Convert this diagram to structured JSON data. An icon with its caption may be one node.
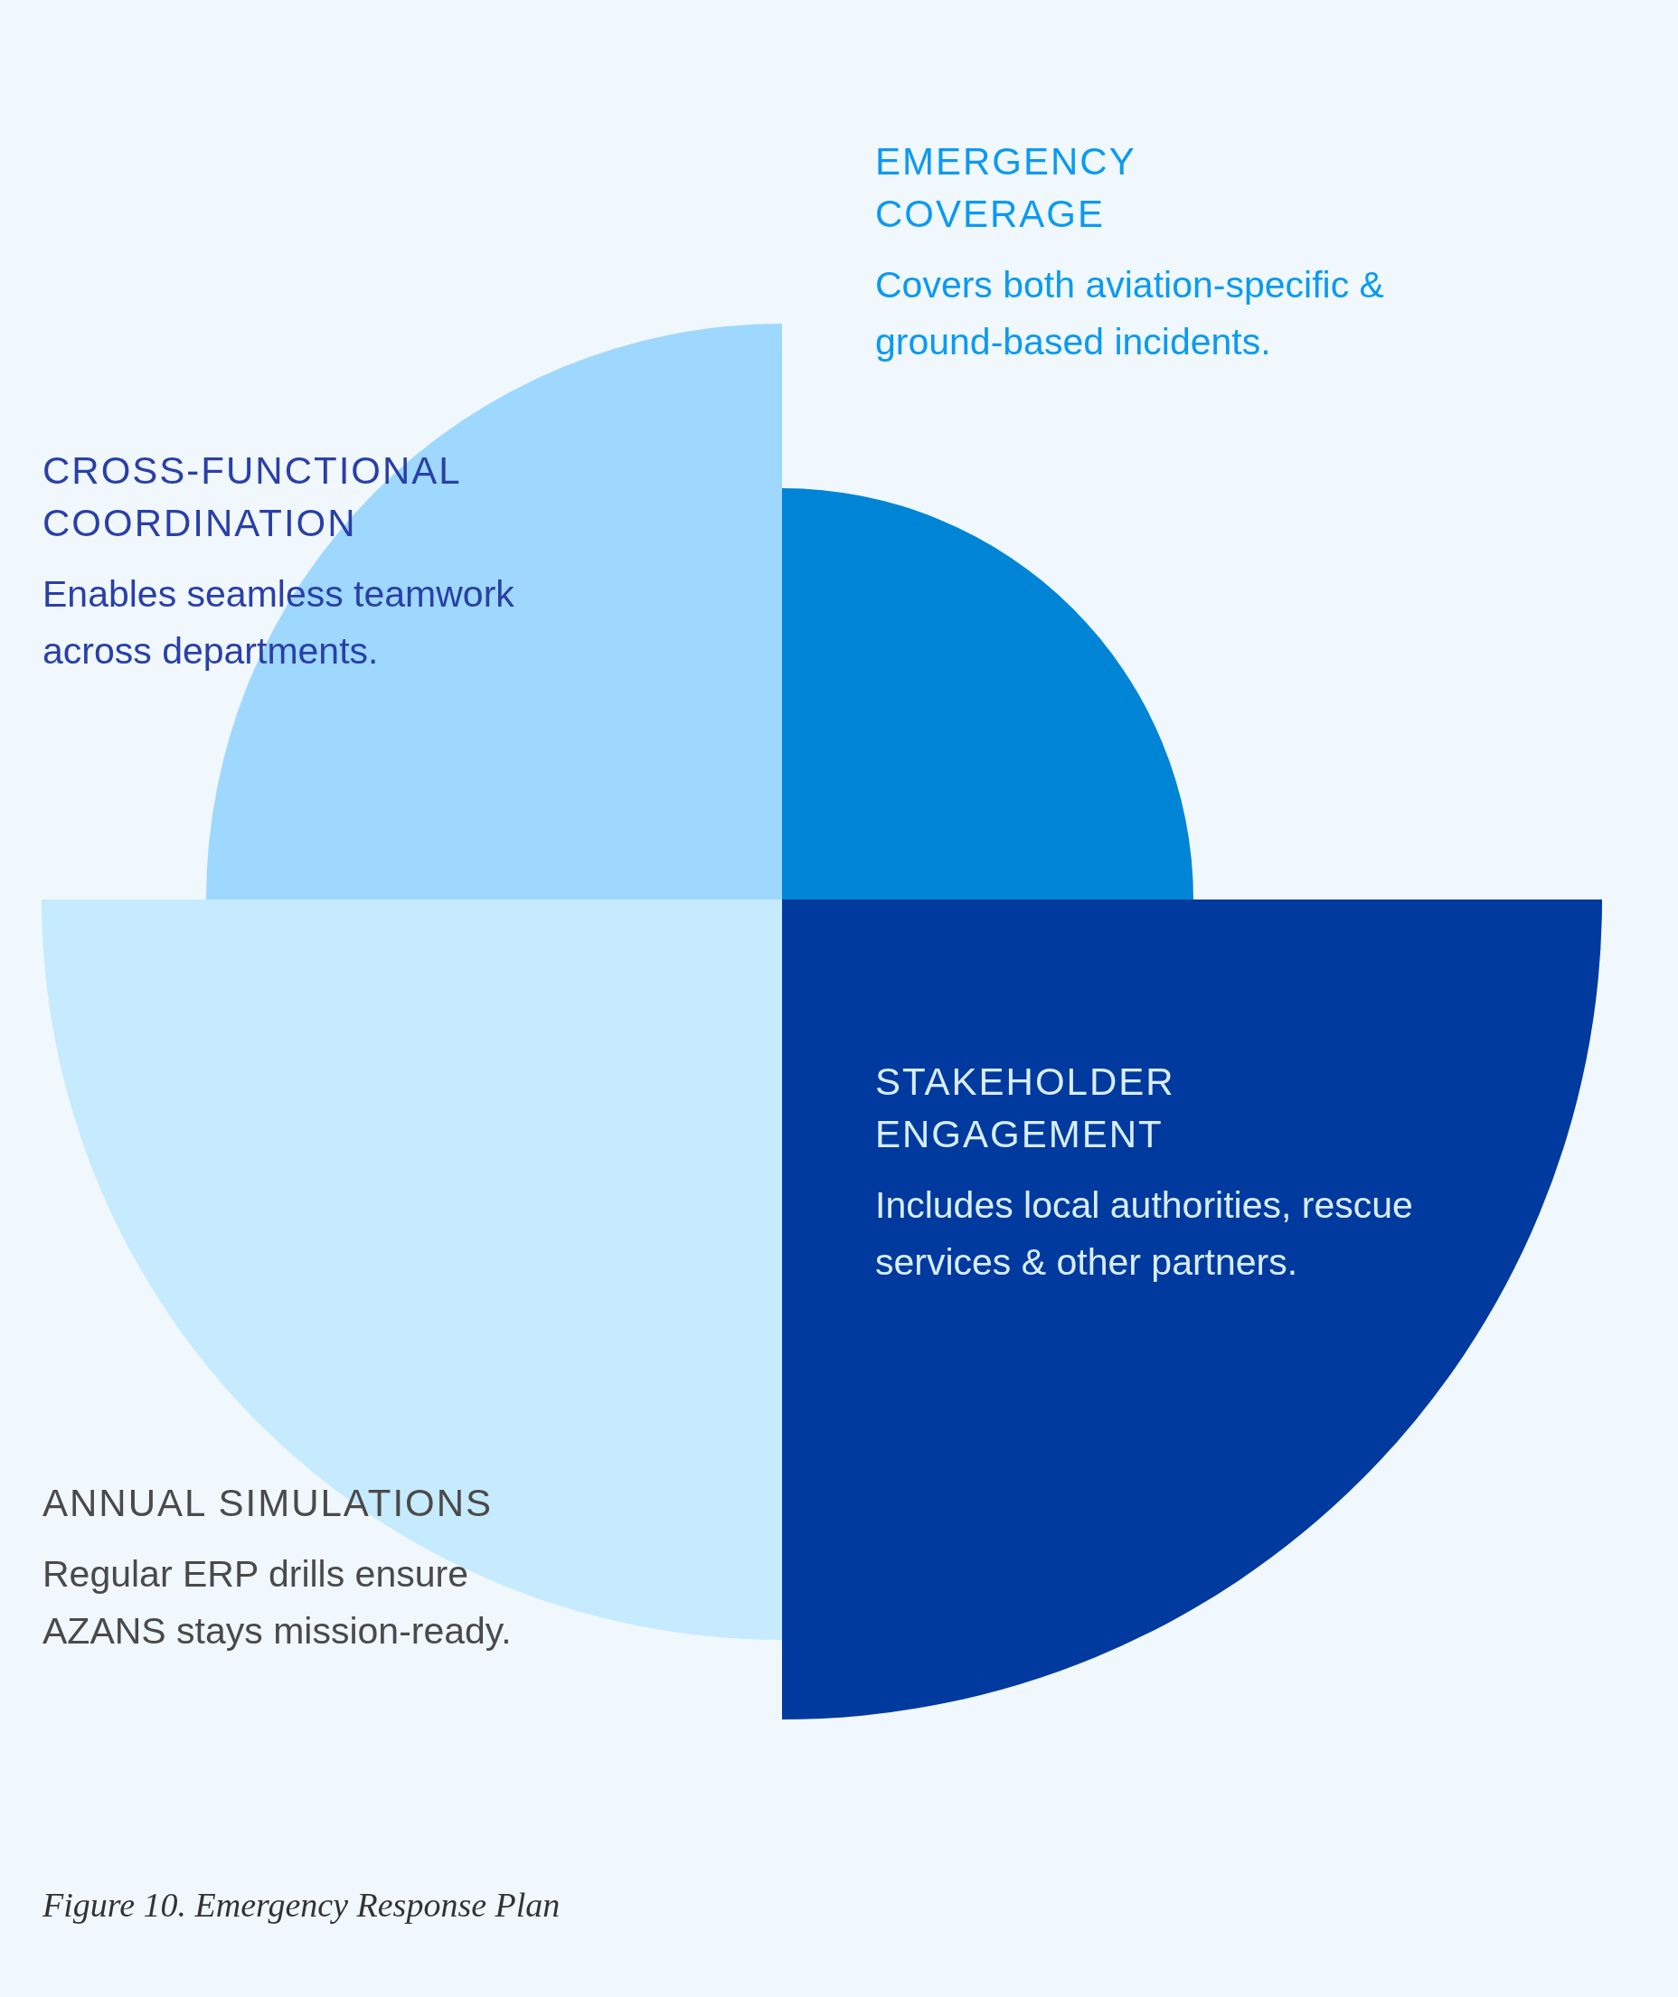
{
  "diagram": {
    "caption": "Figure 10. Emergency Response Plan",
    "nodes": [
      {
        "text": [
          "EMERGENCY COVERAGE",
          "Covers both aviation-specific & ground-based incidents."
        ]
      },
      {
        "text": [
          "CROSS-FUNCTIONAL COORDINATION",
          "Enables seamless teamwork across departments."
        ]
      },
      {
        "text": [
          "STAKEHOLDER ENGAGEMENT",
          "Includes local authorities, rescue services & other partners."
        ]
      },
      {
        "text": [
          "ANNUAL SIMULATIONS",
          "Regular ERP drills ensure AZANS stays mission-ready."
        ]
      }
    ]
  }
}
